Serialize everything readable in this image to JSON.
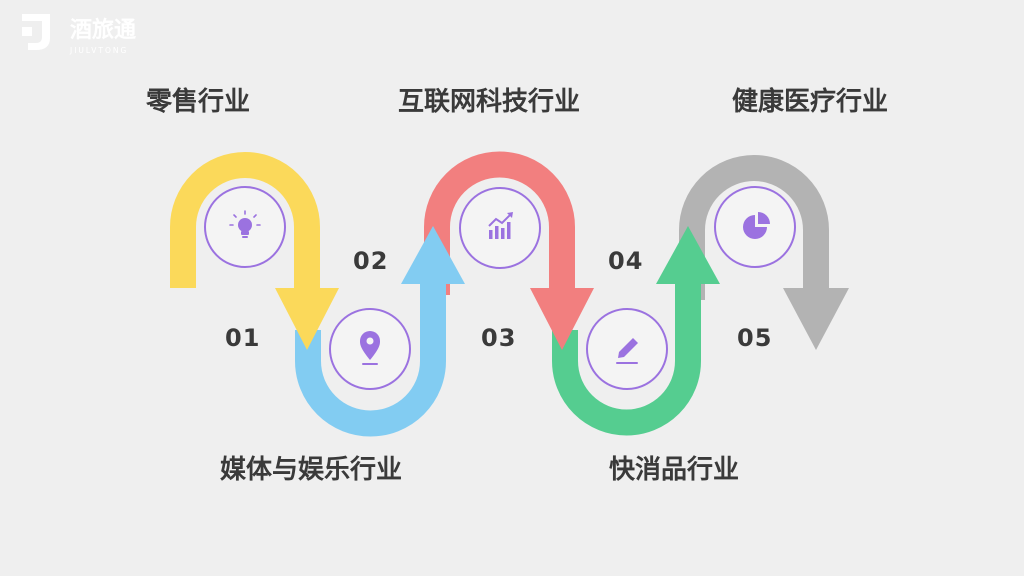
{
  "logo": {
    "name": "酒旅通",
    "subtitle": "JIULVTONG"
  },
  "steps": [
    {
      "number": "01",
      "label": "零售行业",
      "color": "#fbd95a",
      "icon": "lightbulb-icon"
    },
    {
      "number": "02",
      "label": "媒体与娱乐行业",
      "color": "#82ccf2",
      "icon": "location-pin-icon"
    },
    {
      "number": "03",
      "label": "互联网科技行业",
      "color": "#f27f7f",
      "icon": "bar-chart-trend-icon"
    },
    {
      "number": "04",
      "label": "快消品行业",
      "color": "#55cd90",
      "icon": "pencil-icon"
    },
    {
      "number": "05",
      "label": "健康医疗行业",
      "color": "#b3b3b3",
      "icon": "pie-chart-icon"
    }
  ],
  "colors": {
    "background": "#efefef",
    "icon_accent": "#9b72e0",
    "text": "#3a3a3a"
  }
}
